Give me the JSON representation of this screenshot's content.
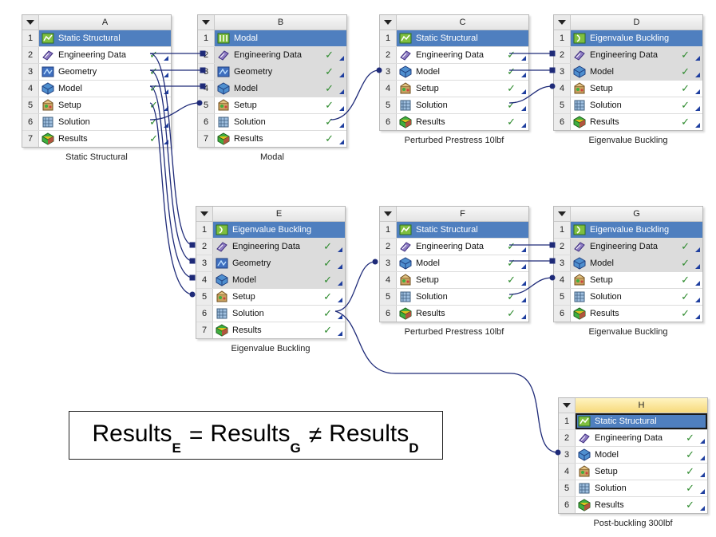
{
  "colors": {
    "title_row": "#4f7fbf",
    "link": "#1e2a78",
    "check": "#2e8b2e",
    "selected_header": "#f7d97b"
  },
  "systems": [
    {
      "id": "A",
      "letter": "A",
      "caption": "Static Structural",
      "rows": [
        {
          "num": "1",
          "label": "Static Structural",
          "icon": "static-structural-icon",
          "title": true
        },
        {
          "num": "2",
          "label": "Engineering Data",
          "icon": "engineering-data-icon",
          "check": "✓"
        },
        {
          "num": "3",
          "label": "Geometry",
          "icon": "geometry-icon",
          "check": "✓"
        },
        {
          "num": "4",
          "label": "Model",
          "icon": "model-icon",
          "check": "✓"
        },
        {
          "num": "5",
          "label": "Setup",
          "icon": "setup-icon",
          "check": "✓"
        },
        {
          "num": "6",
          "label": "Solution",
          "icon": "solution-icon",
          "check": "✓"
        },
        {
          "num": "7",
          "label": "Results",
          "icon": "results-icon",
          "check": "✓"
        }
      ]
    },
    {
      "id": "B",
      "letter": "B",
      "caption": "Modal",
      "rows": [
        {
          "num": "1",
          "label": "Modal",
          "icon": "modal-icon",
          "title": true
        },
        {
          "num": "2",
          "label": "Engineering Data",
          "icon": "engineering-data-icon",
          "check": "✓",
          "shaded": true
        },
        {
          "num": "3",
          "label": "Geometry",
          "icon": "geometry-icon",
          "check": "✓",
          "shaded": true
        },
        {
          "num": "4",
          "label": "Model",
          "icon": "model-icon",
          "check": "✓",
          "shaded": true
        },
        {
          "num": "5",
          "label": "Setup",
          "icon": "setup-icon",
          "check": "✓"
        },
        {
          "num": "6",
          "label": "Solution",
          "icon": "solution-icon",
          "check": "✓"
        },
        {
          "num": "7",
          "label": "Results",
          "icon": "results-icon",
          "check": "✓"
        }
      ]
    },
    {
      "id": "C",
      "letter": "C",
      "caption": "Perturbed Prestress 10lbf",
      "rows": [
        {
          "num": "1",
          "label": "Static Structural",
          "icon": "static-structural-icon",
          "title": true
        },
        {
          "num": "2",
          "label": "Engineering Data",
          "icon": "engineering-data-icon",
          "check": "✓"
        },
        {
          "num": "3",
          "label": "Model",
          "icon": "model-icon",
          "check": "✓"
        },
        {
          "num": "4",
          "label": "Setup",
          "icon": "setup-icon",
          "check": "✓"
        },
        {
          "num": "5",
          "label": "Solution",
          "icon": "solution-icon",
          "check": "✓"
        },
        {
          "num": "6",
          "label": "Results",
          "icon": "results-icon",
          "check": "✓"
        }
      ]
    },
    {
      "id": "D",
      "letter": "D",
      "caption": "Eigenvalue Buckling",
      "rows": [
        {
          "num": "1",
          "label": "Eigenvalue Buckling",
          "icon": "eigenvalue-buckling-icon",
          "title": true
        },
        {
          "num": "2",
          "label": "Engineering Data",
          "icon": "engineering-data-icon",
          "check": "✓",
          "shaded": true
        },
        {
          "num": "3",
          "label": "Model",
          "icon": "model-icon",
          "check": "✓",
          "shaded": true
        },
        {
          "num": "4",
          "label": "Setup",
          "icon": "setup-icon",
          "check": "✓"
        },
        {
          "num": "5",
          "label": "Solution",
          "icon": "solution-icon",
          "check": "✓"
        },
        {
          "num": "6",
          "label": "Results",
          "icon": "results-icon",
          "check": "✓"
        }
      ]
    },
    {
      "id": "E",
      "letter": "E",
      "caption": "Eigenvalue Buckling",
      "rows": [
        {
          "num": "1",
          "label": "Eigenvalue Buckling",
          "icon": "eigenvalue-buckling-icon",
          "title": true
        },
        {
          "num": "2",
          "label": "Engineering Data",
          "icon": "engineering-data-icon",
          "check": "✓",
          "shaded": true
        },
        {
          "num": "3",
          "label": "Geometry",
          "icon": "geometry-icon",
          "check": "✓",
          "shaded": true
        },
        {
          "num": "4",
          "label": "Model",
          "icon": "model-icon",
          "check": "✓",
          "shaded": true
        },
        {
          "num": "5",
          "label": "Setup",
          "icon": "setup-icon",
          "check": "✓"
        },
        {
          "num": "6",
          "label": "Solution",
          "icon": "solution-icon",
          "check": "✓"
        },
        {
          "num": "7",
          "label": "Results",
          "icon": "results-icon",
          "check": "✓"
        }
      ]
    },
    {
      "id": "F",
      "letter": "F",
      "caption": "Perturbed Prestress 10lbf",
      "rows": [
        {
          "num": "1",
          "label": "Static Structural",
          "icon": "static-structural-icon",
          "title": true
        },
        {
          "num": "2",
          "label": "Engineering Data",
          "icon": "engineering-data-icon",
          "check": "✓"
        },
        {
          "num": "3",
          "label": "Model",
          "icon": "model-icon",
          "check": "✓"
        },
        {
          "num": "4",
          "label": "Setup",
          "icon": "setup-icon",
          "check": "✓"
        },
        {
          "num": "5",
          "label": "Solution",
          "icon": "solution-icon",
          "check": "✓"
        },
        {
          "num": "6",
          "label": "Results",
          "icon": "results-icon",
          "check": "✓"
        }
      ]
    },
    {
      "id": "G",
      "letter": "G",
      "caption": "Eigenvalue Buckling",
      "rows": [
        {
          "num": "1",
          "label": "Eigenvalue Buckling",
          "icon": "eigenvalue-buckling-icon",
          "title": true
        },
        {
          "num": "2",
          "label": "Engineering Data",
          "icon": "engineering-data-icon",
          "check": "✓",
          "shaded": true
        },
        {
          "num": "3",
          "label": "Model",
          "icon": "model-icon",
          "check": "✓",
          "shaded": true
        },
        {
          "num": "4",
          "label": "Setup",
          "icon": "setup-icon",
          "check": "✓"
        },
        {
          "num": "5",
          "label": "Solution",
          "icon": "solution-icon",
          "check": "✓"
        },
        {
          "num": "6",
          "label": "Results",
          "icon": "results-icon",
          "check": "✓"
        }
      ]
    },
    {
      "id": "H",
      "letter": "H",
      "caption": "Post-buckling 300lbf",
      "selected": true,
      "rows": [
        {
          "num": "1",
          "label": "Static Structural",
          "icon": "static-structural-icon",
          "title": true
        },
        {
          "num": "2",
          "label": "Engineering Data",
          "icon": "engineering-data-icon",
          "check": "✓"
        },
        {
          "num": "3",
          "label": "Model",
          "icon": "model-icon",
          "check": "✓"
        },
        {
          "num": "4",
          "label": "Setup",
          "icon": "setup-icon",
          "check": "✓"
        },
        {
          "num": "5",
          "label": "Solution",
          "icon": "solution-icon",
          "check": "✓"
        },
        {
          "num": "6",
          "label": "Results",
          "icon": "results-icon",
          "check": "✓"
        }
      ]
    }
  ],
  "formula": {
    "term1": "Results",
    "sub1": "E",
    "equals": "=",
    "term2": "Results",
    "sub2": "G",
    "notequals": "≠",
    "term3": "Results",
    "sub3": "D"
  }
}
